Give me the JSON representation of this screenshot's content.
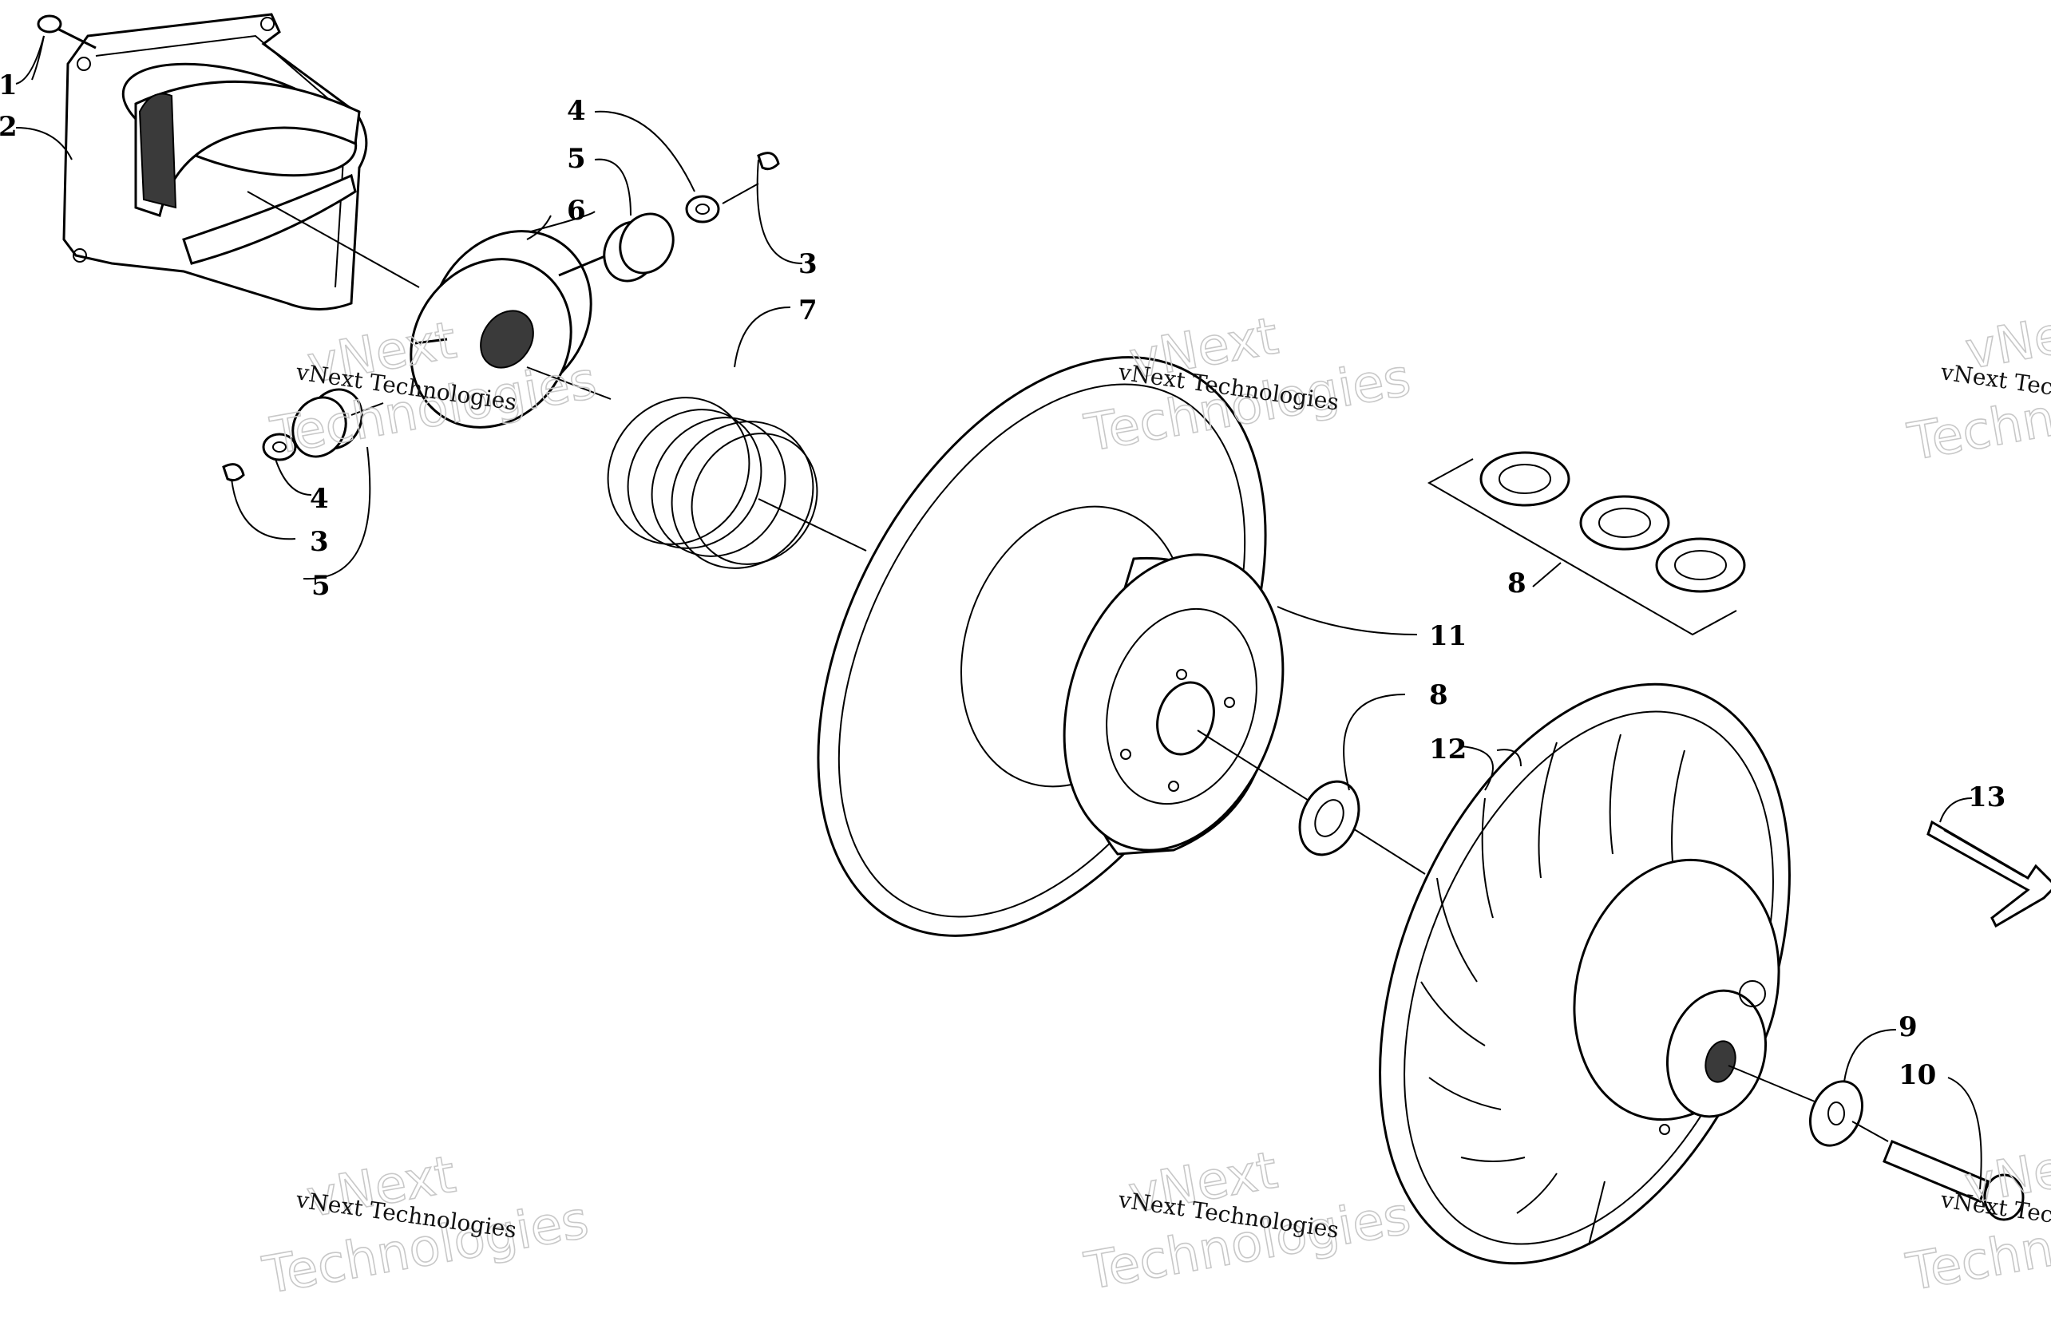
{
  "diagram": {
    "callouts": [
      "1",
      "2",
      "3",
      "4",
      "5",
      "6",
      "7",
      "8",
      "9",
      "10",
      "11",
      "12",
      "13"
    ],
    "watermark": {
      "line1": "vNext",
      "line2": "Technologies",
      "small": "vNext Technologies"
    },
    "line_color": "#000000",
    "watermark_color": "#c8c8c8"
  }
}
